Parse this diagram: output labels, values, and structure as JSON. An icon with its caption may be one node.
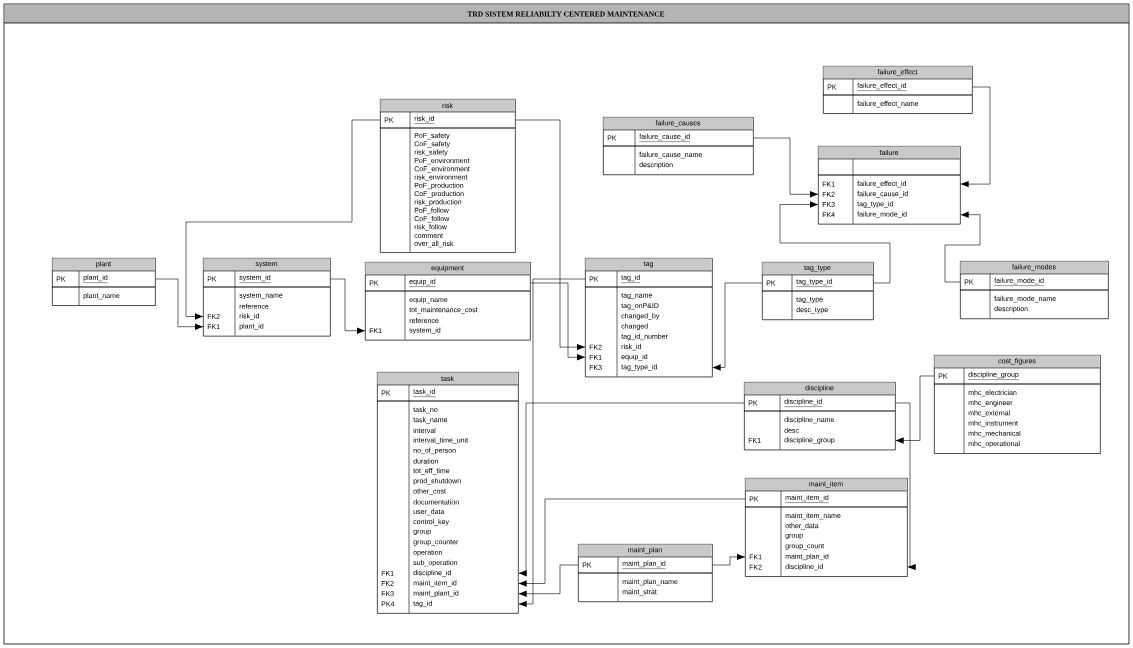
{
  "diagram": {
    "title": "TRD SISTEM RELIABILTY CENTERED MAINTENANCE",
    "nodes": [
      {
        "text": [
          "plant",
          "PK",
          "plant_id",
          "plant_name"
        ]
      },
      {
        "text": [
          "system",
          "PK",
          "system_id",
          "system_name",
          "reference",
          "FK2",
          "risk_id",
          "FK1",
          "plant_id"
        ]
      },
      {
        "text": [
          "risk",
          "PK",
          "risk_id",
          "PoF_safety",
          "CoF_safety",
          "risk_safety",
          "PoF_environment",
          "CoF_environment",
          "risk_environment",
          "PoF_production",
          "CoF_production",
          "risk_production",
          "PoF_follow",
          "CoF_follow",
          "risk_follow",
          "comment",
          "over_all_risk"
        ]
      },
      {
        "text": [
          "equipment",
          "PK",
          "equip_id",
          "equip_name",
          "tot_maintenance_cost",
          "reference",
          "FK1",
          "system_id"
        ]
      },
      {
        "text": [
          "tag",
          "PK",
          "tag_id",
          "tag_name",
          "tag_onP&ID",
          "changed_by",
          "changed",
          "tag_id_number",
          "FK2",
          "risk_id",
          "FK1",
          "equip_id",
          "FK3",
          "tag_type_id"
        ]
      },
      {
        "text": [
          "failure_causes",
          "PK",
          "failure_cause_id",
          "failure_cause_name",
          "description"
        ]
      },
      {
        "text": [
          "failure_effect",
          "PK",
          "failure_effect_id",
          "failure_effect_name"
        ]
      },
      {
        "text": [
          "failure",
          "FK1",
          "failure_effect_id",
          "FK2",
          "failure_cause_id",
          "FK3",
          "tag_type_id",
          "FK4",
          "failure_mode_id"
        ]
      },
      {
        "text": [
          "tag_type",
          "PK",
          "tag_type_id",
          "tag_type",
          "desc_type"
        ]
      },
      {
        "text": [
          "failure_modes",
          "PK",
          "failure_mode_id",
          "failure_mode_name",
          "description"
        ]
      },
      {
        "text": [
          "task",
          "PK",
          "task_id",
          "task_no",
          "task_name",
          "interval",
          "interval_time_unit",
          "no_of_person",
          "duration",
          "tot_eff_time",
          "prod_shutdown",
          "other_cost",
          "documentation",
          "user_data",
          "control_key",
          "group",
          "group_counter",
          "operation",
          "sub_operation",
          "FK1",
          "discipline_id",
          "FK2",
          "maint_item_id",
          "FK3",
          "maint_plant_id",
          "PK4",
          "tag_id"
        ]
      },
      {
        "text": [
          "discipline",
          "PK",
          "discipline_id",
          "discipline_name",
          "desc",
          "FK1",
          "discipline_group"
        ]
      },
      {
        "text": [
          "cost_figures",
          "PK",
          "discipline_group",
          "mhc_electrician",
          "mhc_engineer",
          "mhc_external",
          "mhc_instrument",
          "mhc_mechanical",
          "mhc_operational"
        ]
      },
      {
        "text": [
          "maint_item",
          "PK",
          "maint_item_id",
          "maint_item_name",
          "other_data",
          "group",
          "group_count",
          "FK1",
          "maint_plan_id",
          "FK2",
          "discipline_id"
        ]
      },
      {
        "text": [
          "maint_plan",
          "PK",
          "maint_plan_id",
          "maint_plan_name",
          "maint_strat"
        ]
      }
    ],
    "edges": [
      {
        "from": 0,
        "to": 1,
        "arrow": "to"
      },
      {
        "from": 2,
        "to": 1,
        "arrow": "to"
      },
      {
        "from": 1,
        "to": 3,
        "arrow": "to"
      },
      {
        "from": 2,
        "to": 4,
        "arrow": "to"
      },
      {
        "from": 3,
        "to": 4,
        "arrow": "to"
      },
      {
        "from": 8,
        "to": 4,
        "arrow": "to"
      },
      {
        "from": 5,
        "to": 7,
        "arrow": "to"
      },
      {
        "from": 6,
        "to": 7,
        "arrow": "to"
      },
      {
        "from": 8,
        "to": 7,
        "arrow": "to"
      },
      {
        "from": 9,
        "to": 7,
        "arrow": "to"
      },
      {
        "from": 12,
        "to": 11,
        "arrow": "to"
      },
      {
        "from": 11,
        "to": 13,
        "arrow": "to"
      },
      {
        "from": 14,
        "to": 13,
        "arrow": "to"
      },
      {
        "from": 11,
        "to": 10,
        "arrow": "to"
      },
      {
        "from": 13,
        "to": 10,
        "arrow": "to"
      },
      {
        "from": 14,
        "to": 10,
        "arrow": "to"
      },
      {
        "from": 4,
        "to": 10,
        "arrow": "to"
      }
    ]
  }
}
